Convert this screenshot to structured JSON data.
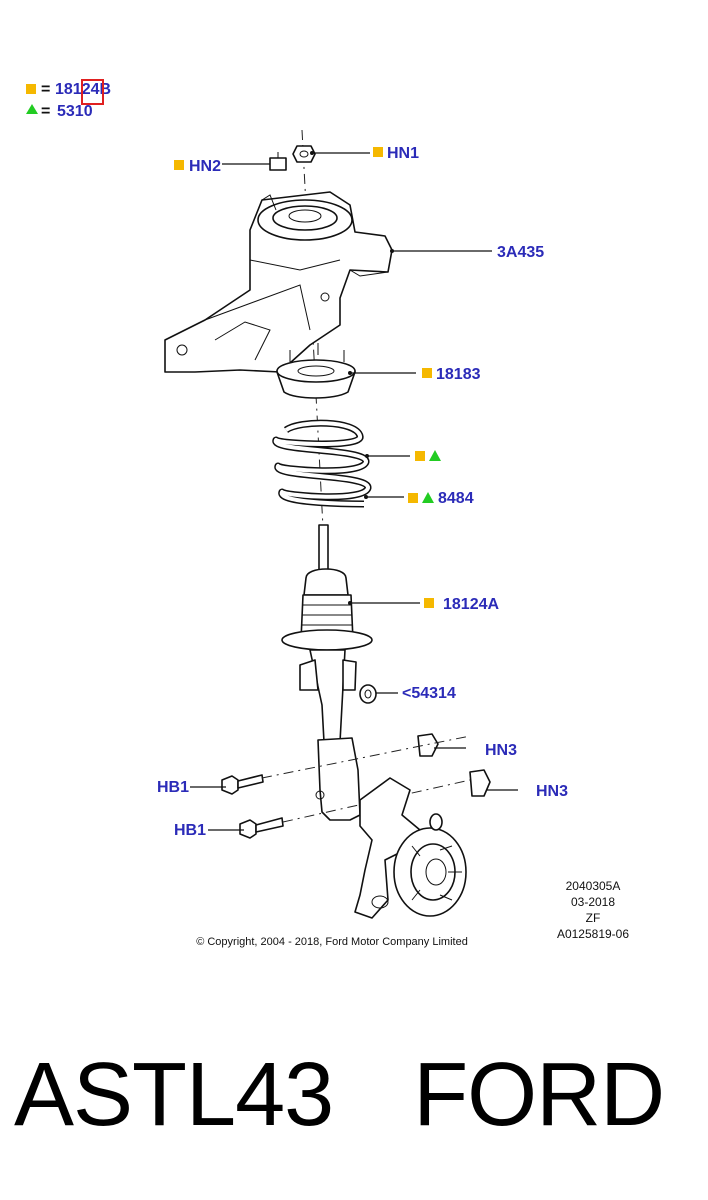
{
  "legend": [
    {
      "symbol": "square",
      "equals": "=",
      "code": "18124B"
    },
    {
      "symbol": "triangle",
      "equals": "=",
      "code": "5310"
    }
  ],
  "callouts": {
    "hn2": "HN2",
    "hn1": "HN1",
    "mount": "3A435",
    "upper_seat": "18183",
    "spring_lower": "8484",
    "strut": "18124A",
    "bushing": "<54314",
    "hn3_upper": "HN3",
    "hn3_lower": "HN3",
    "hb1_upper": "HB1",
    "hb1_lower": "HB1"
  },
  "drawing_info": {
    "number": "2040305A",
    "date": "03-2018",
    "code": "ZF",
    "reference": "A0125819-06"
  },
  "copyright": "© Copyright, 2004 - 2018, Ford Motor Company Limited",
  "footer": {
    "part_number": "ASTL43",
    "brand": "FORD"
  },
  "colors": {
    "square_marker": "#f5b800",
    "triangle_marker": "#22cc22",
    "label_text": "#2b2bb8",
    "highlight_box": "#e02020"
  }
}
